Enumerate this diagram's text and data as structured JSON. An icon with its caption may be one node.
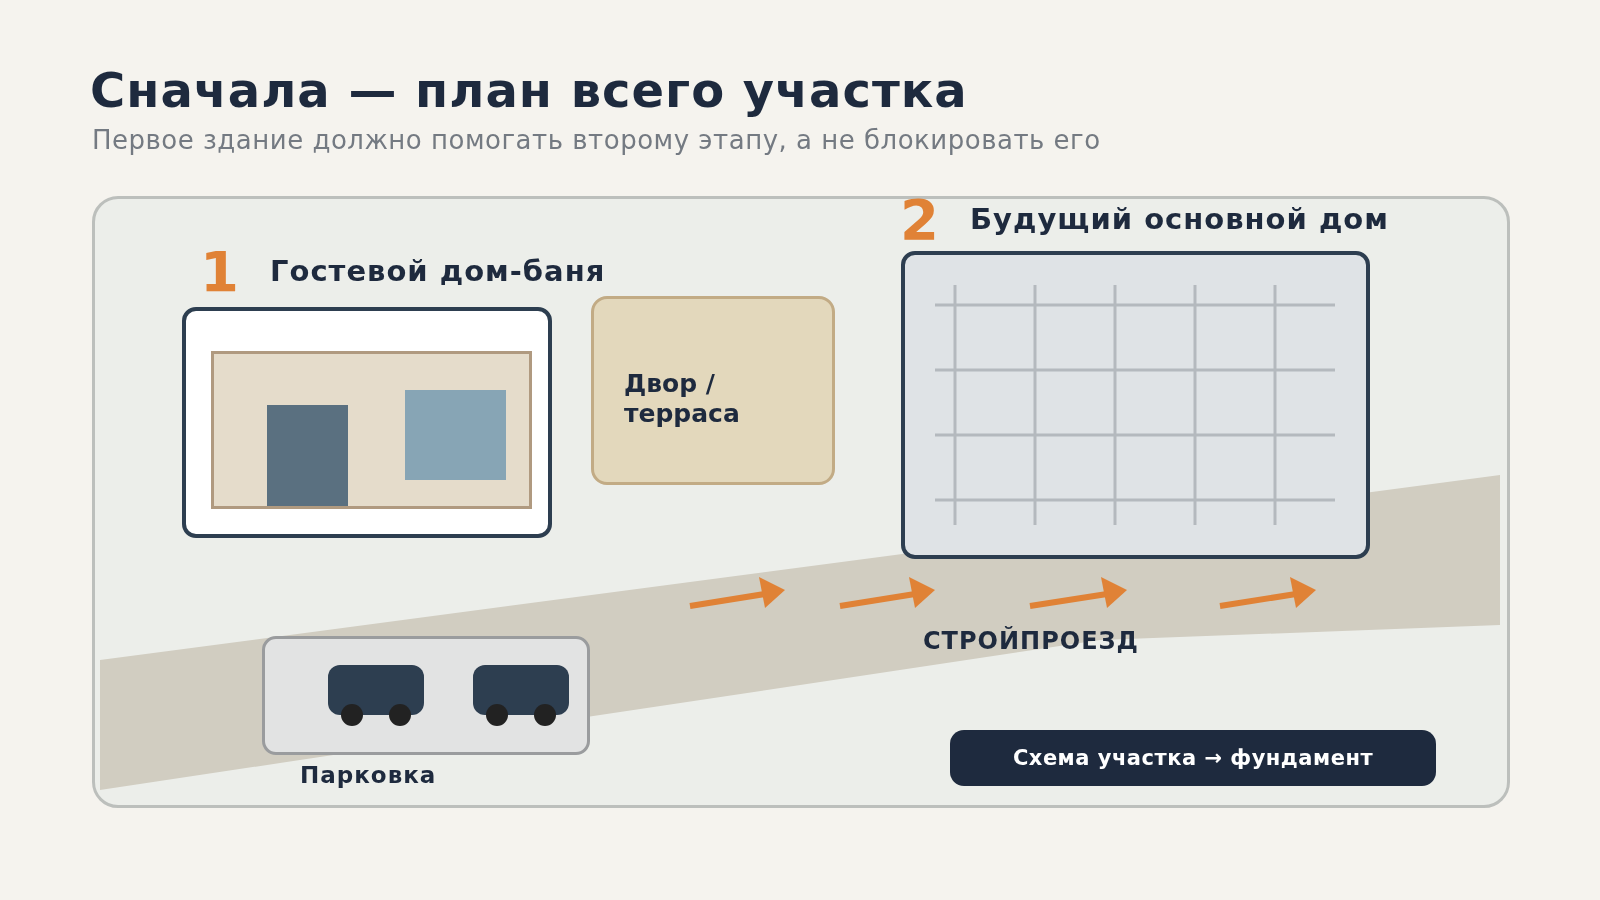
{
  "diagram": {
    "title": "Сначала — план всего участка",
    "caption": "Первое здание должно помогать второму этапу, а не блокировать его",
    "nodes": [
      {
        "text": [
          "1",
          "Гостевой дом-баня"
        ]
      },
      {
        "text": [
          "Двор / терраса"
        ]
      },
      {
        "text": [
          "2",
          "Будущий основной дом"
        ]
      },
      {
        "text": [
          "Парковка"
        ]
      },
      {
        "text": [
          "Схема участка → фундамент"
        ]
      }
    ],
    "edges": [],
    "labels": [
      "СТРОЙПРОЕЗД"
    ]
  }
}
